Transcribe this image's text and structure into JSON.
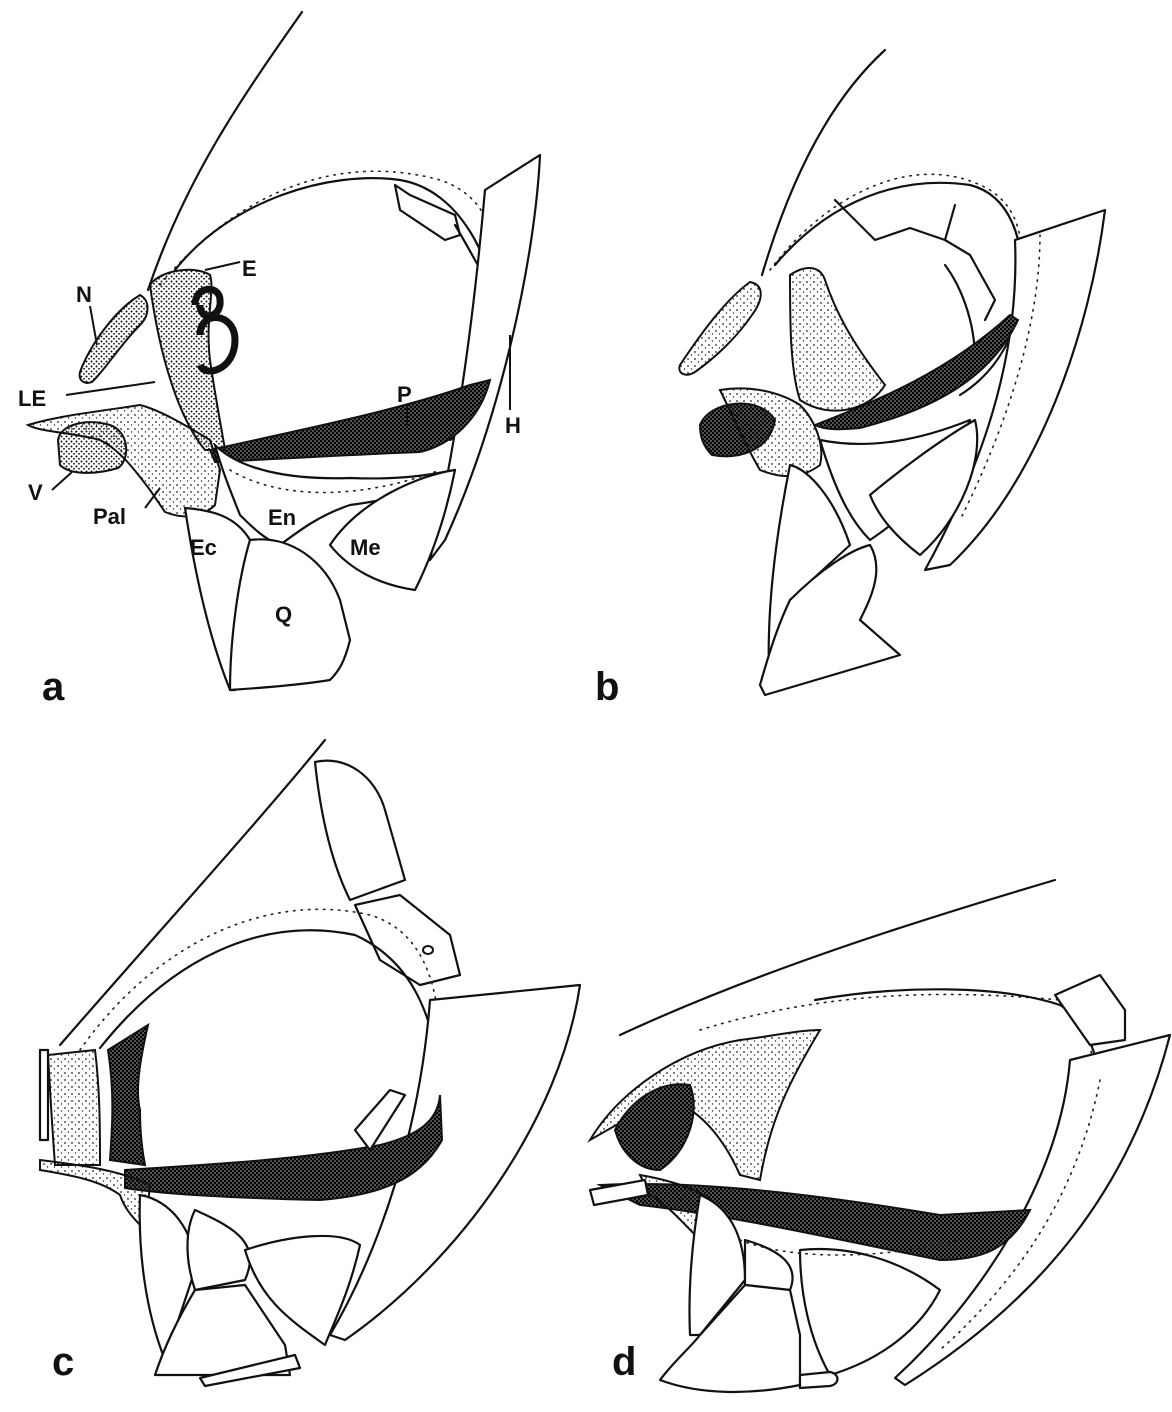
{
  "figure": {
    "panels": [
      {
        "id": "a",
        "letter": "a"
      },
      {
        "id": "b",
        "letter": "b"
      },
      {
        "id": "c",
        "letter": "c"
      },
      {
        "id": "d",
        "letter": "d"
      }
    ],
    "labels": {
      "N": "N",
      "E": "E",
      "LE": "LE",
      "P": "P",
      "H": "H",
      "V": "V",
      "Pal": "Pal",
      "Ec": "Ec",
      "En": "En",
      "Me": "Me",
      "Q": "Q"
    },
    "colors": {
      "ink": "#111111",
      "background": "#ffffff",
      "stipple_light": "#9a9a9a",
      "stipple_dark": "#333333"
    }
  }
}
